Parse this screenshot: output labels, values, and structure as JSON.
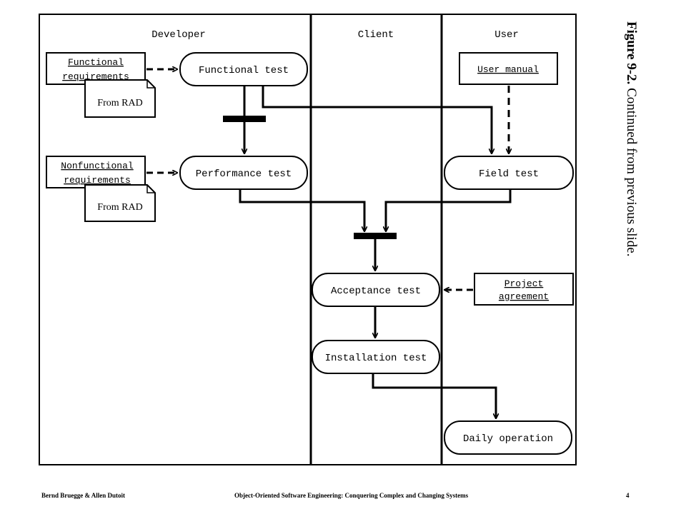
{
  "swimlanes": {
    "developer": "Developer",
    "client": "Client",
    "user": "User"
  },
  "activities": {
    "functional_test": "Functional test",
    "performance_test": "Performance test",
    "field_test": "Field test",
    "acceptance_test": "Acceptance test",
    "installation_test": "Installation test",
    "daily_operation": "Daily operation"
  },
  "objects": {
    "functional_requirements": [
      "Functional",
      "requirements"
    ],
    "nonfunctional_requirements": [
      "Nonfunctional",
      "requirements"
    ],
    "user_manual": "User manual",
    "project_agreement": [
      "Project",
      "agreement"
    ]
  },
  "notes": {
    "from_rad_1": "From RAD",
    "from_rad_2": "From RAD"
  },
  "caption": {
    "label": "Figure 9-2.",
    "text": " Continued from previous slide."
  },
  "footer": {
    "authors": "Bernd Bruegge & Allen Dutoit",
    "book": "Object-Oriented Software Engineering: Conquering Complex and Changing Systems",
    "page": "4"
  }
}
